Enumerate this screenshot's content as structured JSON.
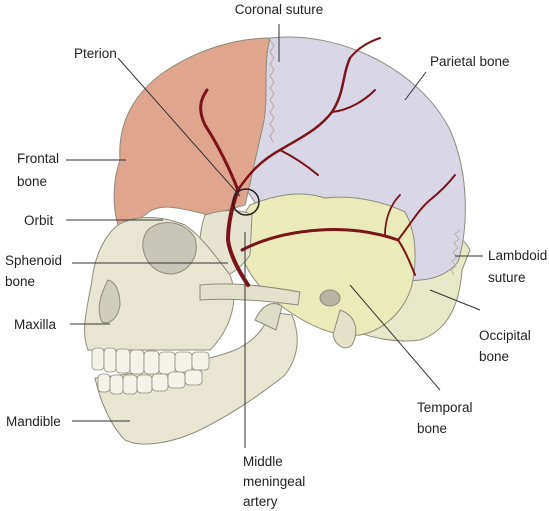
{
  "diagram": {
    "labels": {
      "coronal_suture": "Coronal suture",
      "pterion": "Pterion",
      "parietal_bone": "Parietal bone",
      "frontal_bone": [
        "Frontal",
        "bone"
      ],
      "orbit": "Orbit",
      "sphenoid_bone": [
        "Sphenoid",
        "bone"
      ],
      "maxilla": "Maxilla",
      "mandible": "Mandible",
      "lambdoid_suture": [
        "Lambdoid",
        "suture"
      ],
      "occipital_bone": [
        "Occipital",
        "bone"
      ],
      "temporal_bone": [
        "Temporal",
        "bone"
      ],
      "middle_meningeal_artery": [
        "Middle",
        "meningeal",
        "artery"
      ]
    },
    "colors": {
      "frontal_bone": "#e0a58d",
      "parietal_bone": "#d9d6e6",
      "temporal_bone": "#ebebb9",
      "occipital_bone": "#e6e8c8",
      "skull_base": "#e8e6d3",
      "artery": "#7a1418",
      "outline": "#8e8c7c"
    }
  }
}
